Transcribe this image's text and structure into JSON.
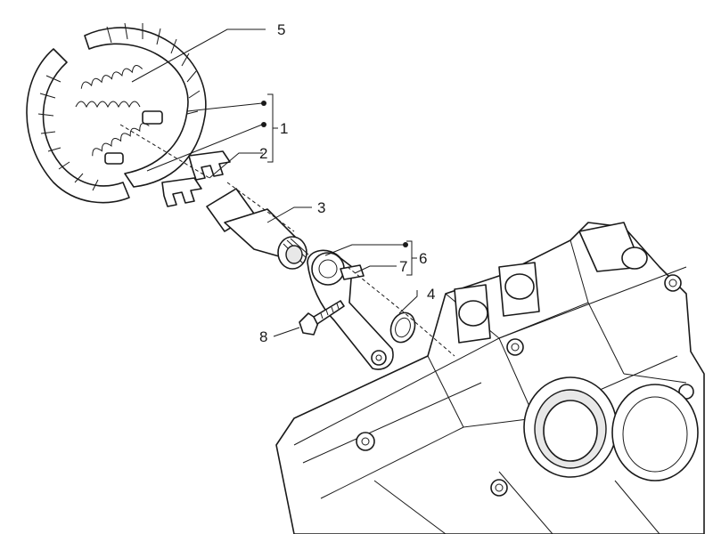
{
  "callouts": {
    "c1": "1",
    "c2": "2",
    "c3": "3",
    "c4": "4",
    "c5": "5",
    "c6": "6",
    "c7": "7",
    "c8": "8"
  },
  "colors": {
    "line": "#1a1a1a",
    "background": "#ffffff"
  }
}
